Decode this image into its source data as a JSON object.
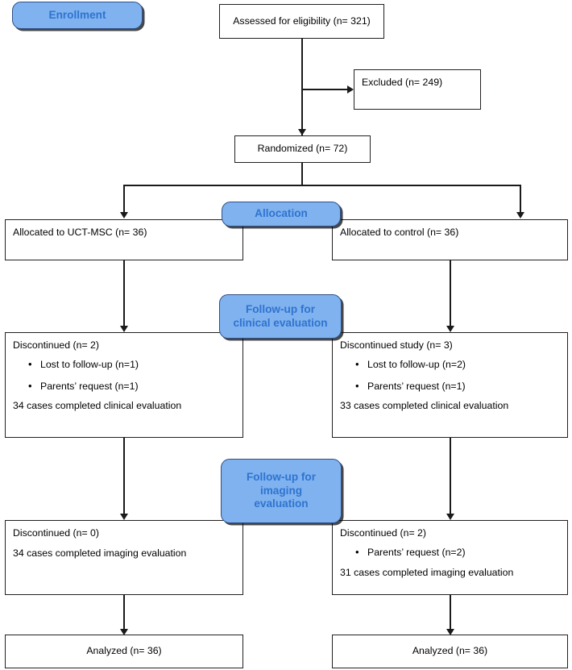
{
  "diagram": {
    "title": "CONSORT participant flow diagram",
    "colors": {
      "stage_fill": "#7fb2ef",
      "stage_border": "#2f4f86",
      "stage_text": "#2f74d0",
      "box_border": "#231f20",
      "box_fill": "#ffffff",
      "line": "#1a1a1a"
    }
  },
  "stages": {
    "enrollment": {
      "label": "Enrollment"
    },
    "allocation": {
      "label": "Allocation"
    },
    "followup_clinical": {
      "line1": "Follow-up for",
      "line2": "clinical evaluation"
    },
    "followup_imaging": {
      "line1": "Follow-up for",
      "line2": "imaging",
      "line3": "evaluation"
    }
  },
  "enrollment": {
    "assessed": "Assessed for eligibility (n= 321)",
    "excluded": "Excluded (n= 249)",
    "randomized": "Randomized (n= 72)"
  },
  "allocation": {
    "intervention": "Allocated to UCT-MSC (n= 36)",
    "control": "Allocated to control (n= 36)"
  },
  "followup_clinical": {
    "intervention": {
      "heading": "Discontinued (n= 2)",
      "bullets": [
        "Lost to follow-up (n=1)",
        "Parents’ request (n=1)"
      ],
      "completed": "34 cases completed clinical evaluation"
    },
    "control": {
      "heading": "Discontinued study (n= 3)",
      "bullets": [
        "Lost to follow-up (n=2)",
        "Parents’ request (n=1)"
      ],
      "completed": "33 cases completed clinical evaluation"
    }
  },
  "followup_imaging": {
    "intervention": {
      "heading": "Discontinued (n= 0)",
      "bullets": [],
      "completed": "34 cases completed imaging evaluation"
    },
    "control": {
      "heading": "Discontinued (n= 2)",
      "bullets": [
        "Parents’ request (n=2)"
      ],
      "completed": "31 cases completed imaging evaluation"
    }
  },
  "analysis": {
    "intervention": "Analyzed (n= 36)",
    "control": "Analyzed (n= 36)"
  }
}
